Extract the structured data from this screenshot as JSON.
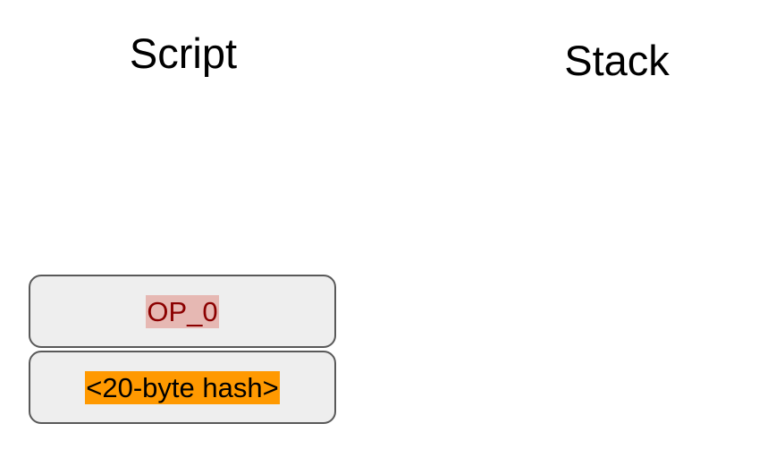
{
  "columns": {
    "script_title": "Script",
    "stack_title": "Stack"
  },
  "script_items": [
    {
      "label": "OP_0",
      "text_color": "#8b0000",
      "highlight": "#e6b8b3"
    },
    {
      "label": "<20-byte hash>",
      "text_color": "#000000",
      "highlight": "#ff9900"
    }
  ],
  "stack_items": []
}
